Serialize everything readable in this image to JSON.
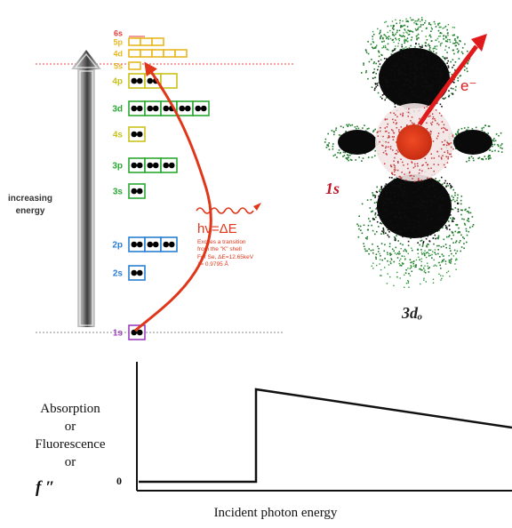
{
  "energy_diagram": {
    "axis_label_line1": "increasing",
    "axis_label_line2": "energy",
    "orbitals": [
      {
        "name": "6s",
        "color": "#e03a3a",
        "electrons": 0,
        "boxes": 0
      },
      {
        "name": "5p",
        "color": "#e8b820",
        "electrons": 0,
        "boxes": 3
      },
      {
        "name": "4d",
        "color": "#e8b820",
        "electrons": 0,
        "boxes": 5
      },
      {
        "name": "5s",
        "color": "#e8b820",
        "electrons": 0,
        "boxes": 1
      },
      {
        "name": "4p",
        "color": "#c9c21a",
        "electrons": 4,
        "boxes": 3
      },
      {
        "name": "3d",
        "color": "#2aa832",
        "electrons": 10,
        "boxes": 5
      },
      {
        "name": "4s",
        "color": "#c9c21a",
        "electrons": 2,
        "boxes": 1
      },
      {
        "name": "3p",
        "color": "#2aa832",
        "electrons": 6,
        "boxes": 3
      },
      {
        "name": "3s",
        "color": "#2aa832",
        "electrons": 2,
        "boxes": 1
      },
      {
        "name": "2p",
        "color": "#2a7fd4",
        "electrons": 6,
        "boxes": 3
      },
      {
        "name": "2s",
        "color": "#2a7fd4",
        "electrons": 2,
        "boxes": 1
      },
      {
        "name": "1s",
        "color": "#9b3fbf",
        "electrons": 2,
        "boxes": 1
      }
    ],
    "photon_label": "hν=ΔE",
    "note_lines": [
      "Excites a transition",
      "from the \"K\" shell",
      "For Se, ΔE=12.65keV",
      "λ= 0.9795 Å"
    ],
    "accent_red": "#e0361a"
  },
  "orbital_figure": {
    "core_label": "1s",
    "orbital_label": "3dₒ",
    "electron_label": "e⁻"
  },
  "edge_plot": {
    "y_label_lines": [
      "Absorption",
      "or",
      "Fluorescence",
      "or"
    ],
    "y_label_symbol": "f ″",
    "zero_label": "0",
    "x_label": "Incident photon energy"
  }
}
